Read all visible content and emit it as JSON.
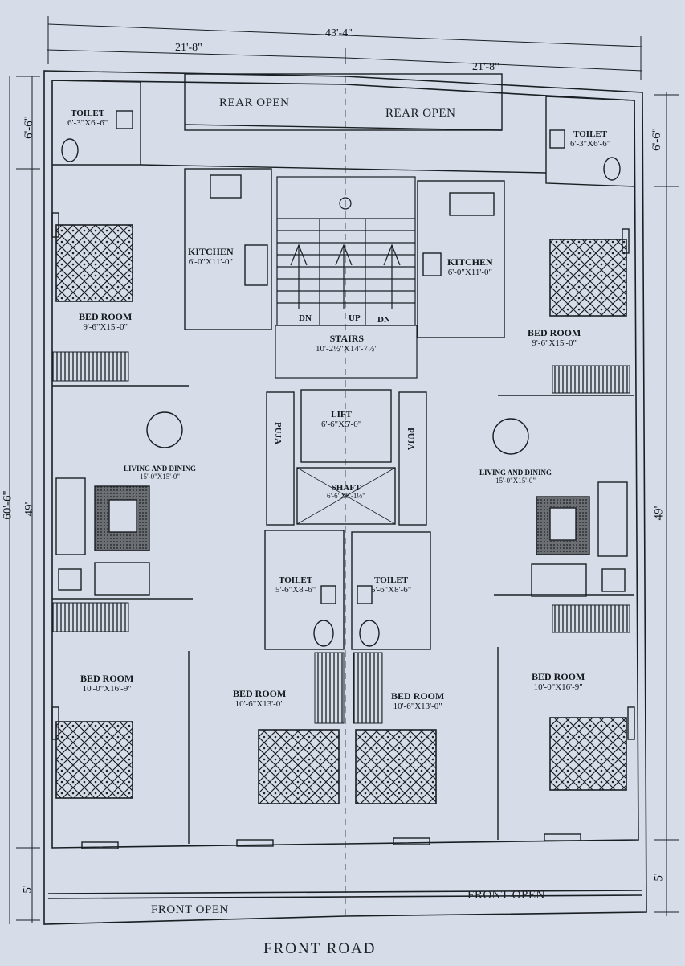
{
  "dimensions": {
    "overall_width": "43'-4\"",
    "left_half": "21'-8\"",
    "right_half": "21'-8\"",
    "left_depth": "60'-6\"",
    "left_rear": "6'-6\"",
    "left_main": "49'",
    "left_front": "5'",
    "right_rear": "6'-6\"",
    "right_main": "49'",
    "right_front": "5'"
  },
  "open_areas": {
    "rear_left": "REAR OPEN",
    "rear_right": "REAR OPEN",
    "front_left": "FRONT OPEN",
    "front_right": "FRONT OPEN",
    "road": "FRONT ROAD"
  },
  "rooms": {
    "toilet_rear_left": {
      "name": "TOILET",
      "size": "6'-3\"X6'-6\""
    },
    "toilet_rear_right": {
      "name": "TOILET",
      "size": "6'-3\"X6'-6\""
    },
    "kitchen_left": {
      "name": "KITCHEN",
      "size": "6'-0\"X11'-0\""
    },
    "kitchen_right": {
      "name": "KITCHEN",
      "size": "6'-0\"X11'-0\""
    },
    "bedroom_rear_left": {
      "name": "BED ROOM",
      "size": "9'-6\"X15'-0\""
    },
    "bedroom_rear_right": {
      "name": "BED ROOM",
      "size": "9'-6\"X15'-0\""
    },
    "stairs": {
      "name": "STAIRS",
      "size": "10'-2½\"X14'-7½\"",
      "dn_left": "DN",
      "up": "UP",
      "dn_right": "DN"
    },
    "lift": {
      "name": "LIFT",
      "size": "6'-6\"X5'-0\""
    },
    "shaft": {
      "name": "SHAFT",
      "size": "6'-6\"X8'-1½\""
    },
    "puja_left": {
      "name": "PUJA"
    },
    "puja_right": {
      "name": "PUJA"
    },
    "living_left": {
      "name": "LIVING AND DINING",
      "size": "15'-0\"X15'-0\""
    },
    "living_right": {
      "name": "LIVING AND DINING",
      "size": "15'-0\"X15'-0\""
    },
    "toilet_mid_left": {
      "name": "TOILET",
      "size": "5'-6\"X8'-6\""
    },
    "toilet_mid_right": {
      "name": "TOILET",
      "size": "5'-6\"X8'-6\""
    },
    "bedroom_front_left": {
      "name": "BED ROOM",
      "size": "10'-0\"X16'-9\""
    },
    "bedroom_front_right": {
      "name": "BED ROOM",
      "size": "10'-0\"X16'-9\""
    },
    "bedroom_center_left": {
      "name": "BED ROOM",
      "size": "10'-6\"X13'-0\""
    },
    "bedroom_center_right": {
      "name": "BED ROOM",
      "size": "10'-6\"X13'-0\""
    }
  },
  "colors": {
    "paper": "#d6dde8",
    "ink": "#1b1f24"
  }
}
